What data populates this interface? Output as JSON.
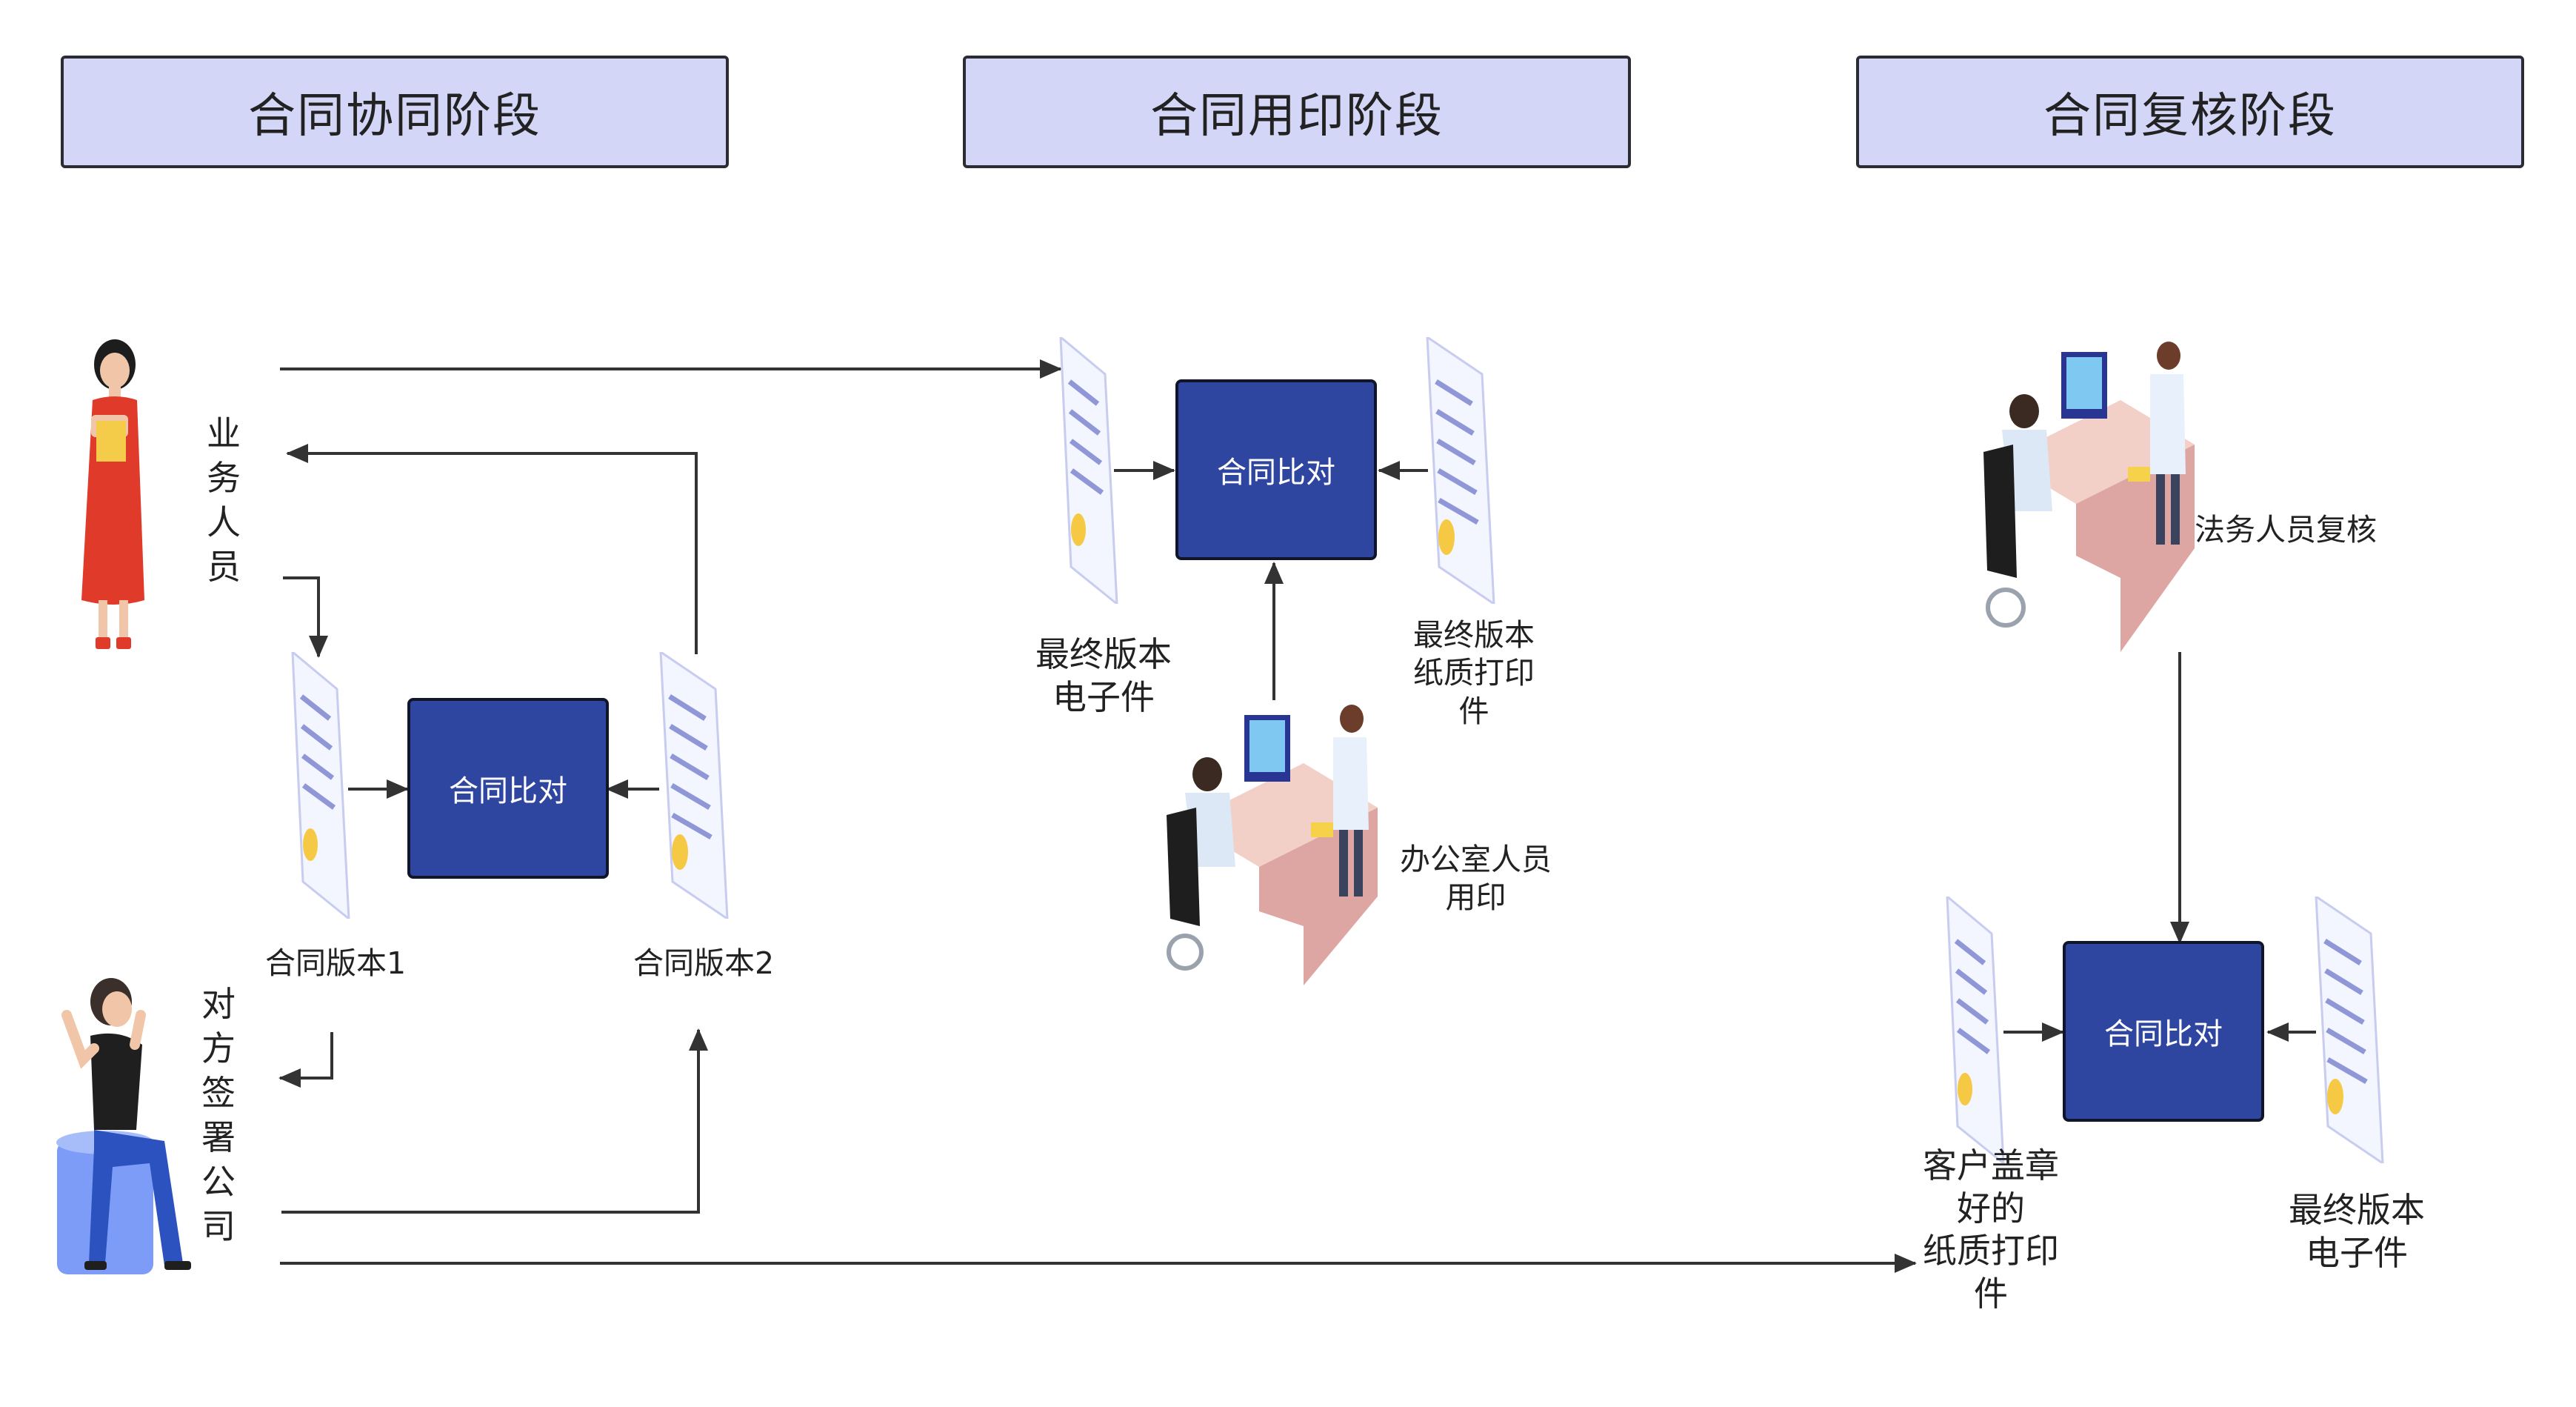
{
  "stages": {
    "collab": "合同协同阶段",
    "stamp": "合同用印阶段",
    "review": "合同复核阶段"
  },
  "nodes": {
    "compare_1": "合同比对",
    "compare_2": "合同比对",
    "compare_3": "合同比对"
  },
  "actors": {
    "business": "业务人员",
    "counterparty": "对方签署公司",
    "office": "办公室人员\n用印",
    "legal": "法务人员复核"
  },
  "documents": {
    "v1": "合同版本1",
    "v2": "合同版本2",
    "final_electronic_stamp": "最终版本\n电子件",
    "final_paper_stamp": "最终版本\n纸质打印\n件",
    "customer_stamped_paper": "客户盖章\n好的\n纸质打印\n件",
    "final_electronic_review": "最终版本\n电子件"
  },
  "colors": {
    "header_fill": "#d3d6f7",
    "node_fill": "#2f46a1",
    "doc_stripe": "#8f97d6",
    "check": "#3fb6a8",
    "seal": "#f6c945"
  },
  "icons": [
    "person-icon",
    "document-icon",
    "office-desk-icon",
    "arrow-icon"
  ]
}
